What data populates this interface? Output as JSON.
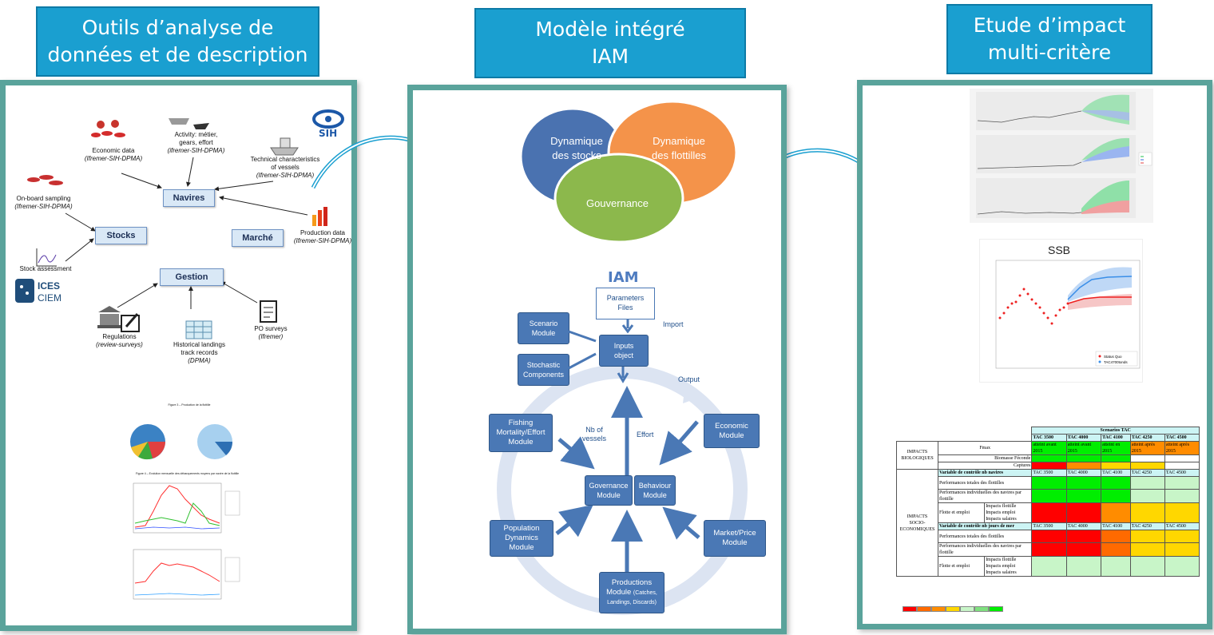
{
  "titles": {
    "left": [
      "Outils d’analyse de",
      "données et de description"
    ],
    "middle": [
      "Modèle intégré",
      "IAM"
    ],
    "right": [
      "Etude d’impact",
      "multi-critère"
    ]
  },
  "left_panel": {
    "nodes": {
      "navires": "Navires",
      "stocks": "Stocks",
      "marche": "Marché",
      "gestion": "Gestion"
    },
    "sources": {
      "economic": [
        "Economic data",
        "(Ifremer-SIH-DPMA)"
      ],
      "activity": [
        "Activity: métier,",
        "gears, effort",
        "(ifremer-SIH-DPMA)"
      ],
      "technical": [
        "Technical characteristics",
        "of vessels",
        "(Ifremer-SIH-DPMA)"
      ],
      "onboard": [
        "On-board sampling",
        "(Ifremer-SIH-DPMA)"
      ],
      "production": [
        "Production data",
        "(Ifremer-SIH-DPMA)"
      ],
      "stock_assessment": "Stock assessment",
      "regulations": [
        "Regulations",
        "(review-surveys)"
      ],
      "landings": [
        "Historical landings",
        "track records",
        "(DPMA)"
      ],
      "po_surveys": [
        "PO surveys",
        "(Ifremer)"
      ]
    },
    "logos": {
      "sih": "SIH",
      "ices": "ICES",
      "ciem": "CIEM"
    },
    "report": {
      "fig1": "Figure 3 – Production de la flottille",
      "fig2": "Figure 4 – Evolution mensuelle des débarquements moyens par navire de la flottille"
    }
  },
  "middle_panel": {
    "venn": {
      "stocks": [
        "Dynamique",
        "des stocks"
      ],
      "flottilles": [
        "Dynamique",
        "des flottilles"
      ],
      "gouvernance": "Gouvernance"
    },
    "iam_title": "IAM",
    "modules": {
      "parameters": [
        "Parameters",
        "Files"
      ],
      "import": "Import",
      "scenario": [
        "Scenario",
        "Module"
      ],
      "inputs": [
        "Inputs",
        "object"
      ],
      "stochastic": [
        "Stochastic",
        "Components"
      ],
      "output": "Output",
      "fishing": [
        "Fishing",
        "Mortality/Effort",
        "Module"
      ],
      "nb_vessels": [
        "Nb of",
        "vessels"
      ],
      "effort": "Effort",
      "economic": [
        "Economic",
        "Module"
      ],
      "governance": [
        "Governance",
        "Module"
      ],
      "behaviour": [
        "Behaviour",
        "Module"
      ],
      "population": [
        "Population",
        "Dynamics",
        "Module"
      ],
      "market": [
        "Market/Price",
        "Module"
      ],
      "productions": [
        "Productions",
        "Module",
        "(Catches,",
        "Landings, Discards)"
      ]
    }
  },
  "right_panel": {
    "ssb_title": "SSB",
    "ssb_legend": [
      "Status Quo",
      "TAC4700tonds"
    ],
    "table": {
      "header": "Scenarios TAC",
      "tacs": [
        "TAC 3500",
        "TAC 4000",
        "TAC 4100",
        "TAC 4250",
        "TAC 4500"
      ],
      "bio_label": [
        "IMPACTS",
        "BIOLOGIQUES"
      ],
      "bio_rows": [
        "Fmax",
        "Biomasse Féconde",
        "Captures"
      ],
      "fmax_cells": [
        "atteint avant 2015",
        "atteint avant 2015",
        "atteint en 2015",
        "atteint après 2015",
        "atteint après 2015"
      ],
      "soc_label": [
        "IMPACTS",
        "SOCIO-",
        "ECONOMIQUES"
      ],
      "var1": "Variable de contrôle nb navires",
      "var2": "Variable de contrôle nb jours de mer",
      "rows": [
        "Performances totales des flottilles",
        "Performances individuelles des navires par flottille",
        "Flotte et emploi"
      ],
      "emploi": [
        "Impacts flottille",
        "Impacts emploi",
        "Impacts salaires"
      ]
    },
    "colors": {
      "red": "#ff0000",
      "orange": "#ff6a00",
      "yellow": "#ffd700",
      "green": "#00ee00",
      "lightgreen": "#c8f5c8"
    }
  }
}
